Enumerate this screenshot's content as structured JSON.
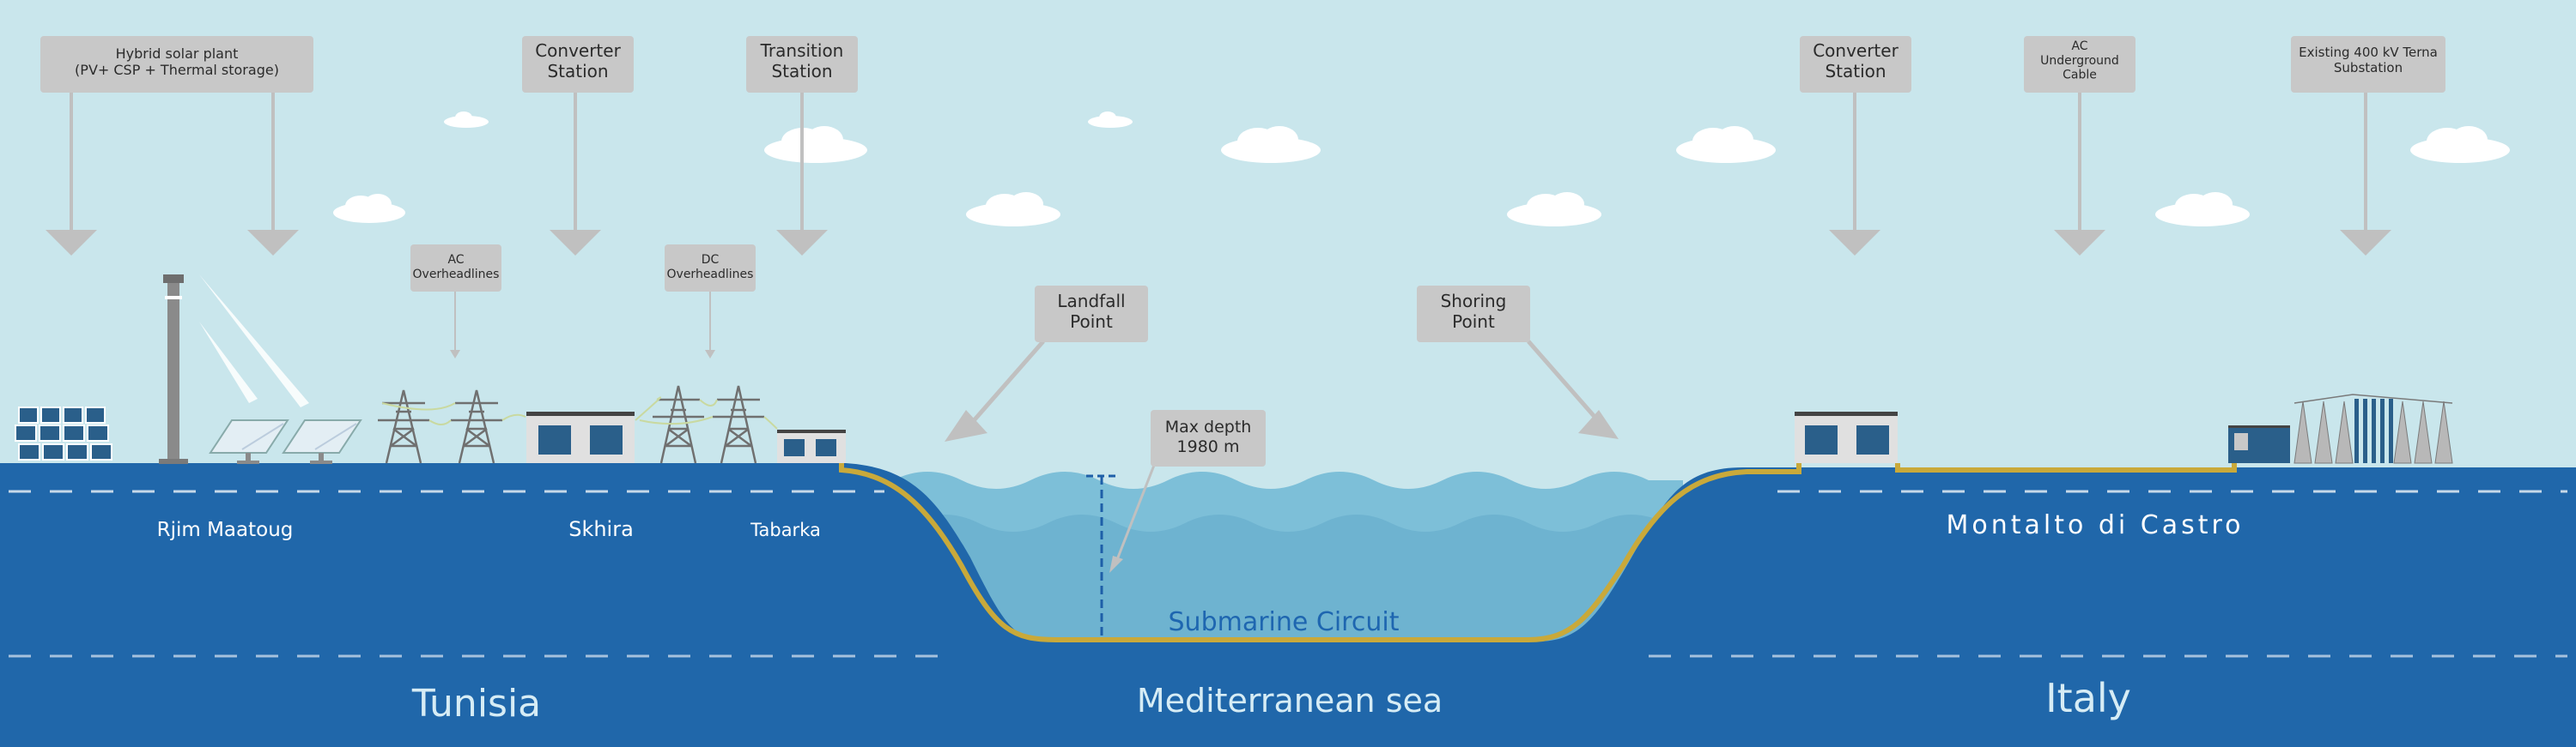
{
  "colors": {
    "sky": "#c9e6ec",
    "land_blue": "#2067aa",
    "sea_light": "#7dbfd8",
    "sea_mid": "#5aa6c7",
    "sea_deep": "#6aaccb",
    "cable": "#c9a93a",
    "callout_fill": "#c8c8c8",
    "callout_text": "#2b2b2b",
    "arrow": "#c0c0c0",
    "label_white": "#ffffff",
    "region_label": "#d6ecf5",
    "submarine_label": "#1e66b0",
    "building": "#e0e0e0",
    "window": "#2a5f8a",
    "tower": "#808080"
  },
  "callouts": {
    "hybrid_plant": "Hybrid solar plant\n(PV+ CSP + Thermal storage)",
    "converter_station_tunisia": "Converter\nStation",
    "transition_station": "Transition\nStation",
    "ac_overheadlines": "AC\nOverheadlines",
    "dc_overheadlines": "DC\nOverheadlines",
    "landfall_point": "Landfall\nPoint",
    "shoring_point": "Shoring\nPoint",
    "max_depth": "Max depth\n1980 m",
    "converter_station_italy": "Converter\nStation",
    "ac_underground_cable": "AC\nUnderground\nCable",
    "existing_substation": "Existing 400 kV Terna\nSubstation"
  },
  "locations": {
    "rjim_maatoug": "Rjim Maatoug",
    "skhira": "Skhira",
    "tabarka": "Tabarka",
    "montalto": "Montalto di Castro"
  },
  "regions": {
    "tunisia": "Tunisia",
    "sea": "Mediterranean sea",
    "italy": "Italy"
  },
  "submarine_label": "Submarine Circuit"
}
